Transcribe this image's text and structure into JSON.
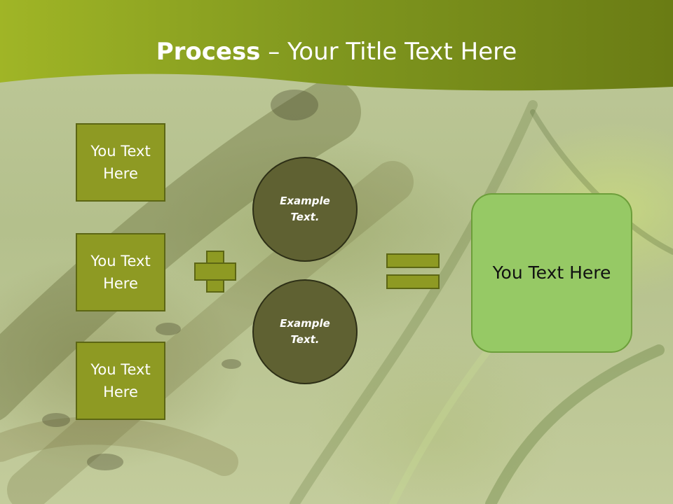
{
  "title": {
    "bold": "Process",
    "rest": " – Your Title Text Here"
  },
  "inputs": [
    {
      "label": "You Text Here"
    },
    {
      "label": "You Text Here"
    },
    {
      "label": "You Text Here"
    }
  ],
  "circles": [
    {
      "label": "Example Text."
    },
    {
      "label": "Example Text."
    }
  ],
  "result": {
    "label": "You Text Here"
  },
  "icons": {
    "plus": "plus-icon",
    "equals": "equals-icon"
  },
  "colors": {
    "header": "#7a8f1c",
    "box_fill": "#8e9a23",
    "circle_fill": "#5f6132",
    "result_fill": "#96c965"
  }
}
